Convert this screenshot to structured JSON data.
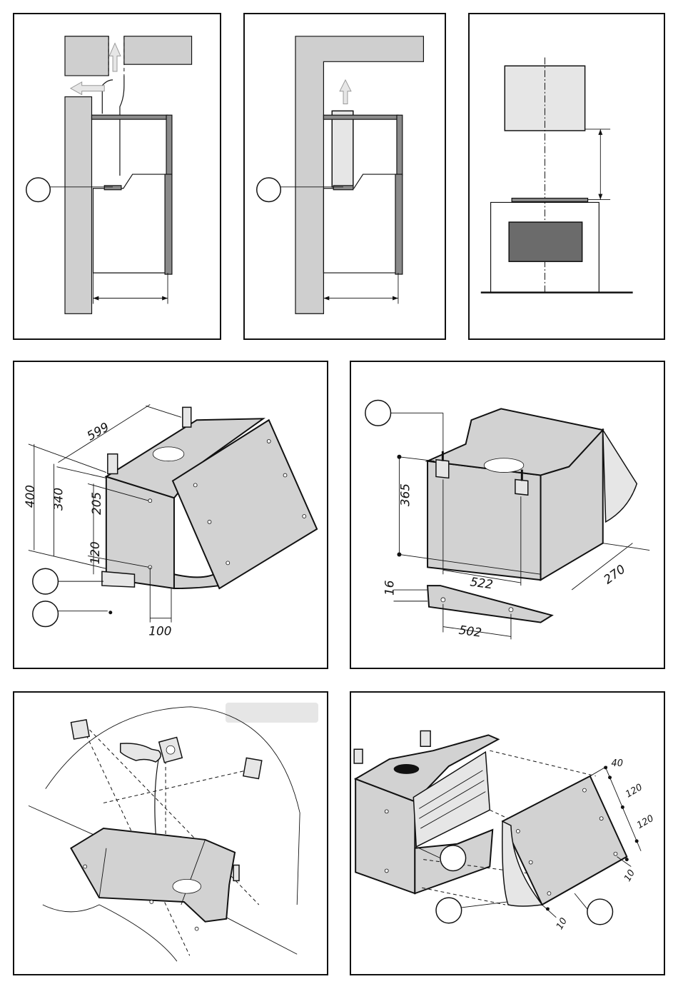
{
  "panels": [
    {
      "id": "fig1",
      "description_labels": []
    },
    {
      "id": "fig2",
      "description_labels": []
    },
    {
      "id": "fig3",
      "description_labels": []
    },
    {
      "id": "fig4",
      "dimensions": {
        "width": "599",
        "height_total": "400",
        "height_mid": "340",
        "height_hole": "205",
        "bracket_offset": "120",
        "depth_offset": "100"
      }
    },
    {
      "id": "fig5",
      "dimensions": {
        "height": "365",
        "bracket_spacing": "522",
        "depth": "270",
        "rail_spacing": "502",
        "rail_offset": "16"
      }
    },
    {
      "id": "fig6",
      "note": ""
    },
    {
      "id": "fig7",
      "dimensions": {
        "top": "40",
        "spacing_1": "120",
        "spacing_2": "120",
        "edge_right": "10",
        "edge_bottom": "10"
      }
    }
  ],
  "colors": {
    "body": "#d2d2d2",
    "wall": "#cfcfcf",
    "dark": "#6b6b6b",
    "line": "#111111"
  }
}
